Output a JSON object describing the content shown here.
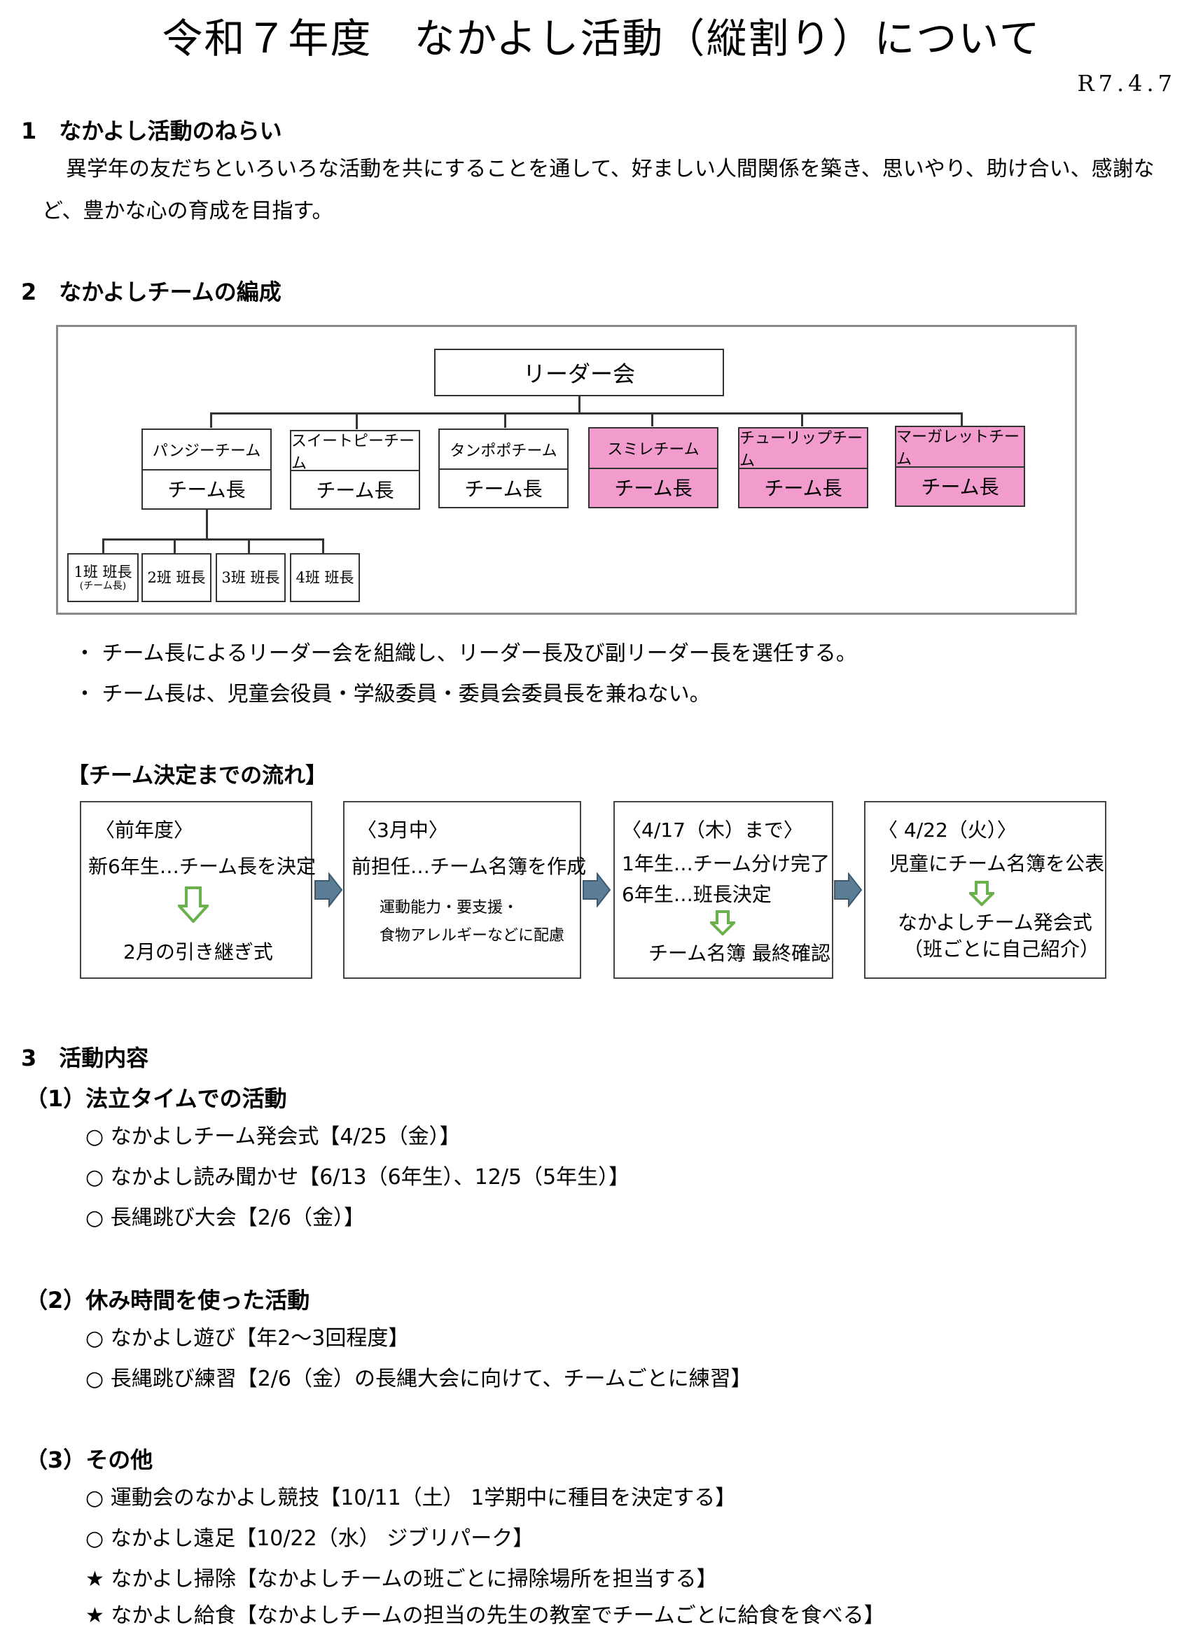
{
  "title": "令和７年度　なかよし活動（縦割り）について",
  "date": "R7.4.7",
  "s1": {
    "heading": "1　なかよし活動のねらい",
    "body": "異学年の友だちといろいろな活動を共にすることを通して、好ましい人間関係を築き、思いやり、助け合い、感謝など、豊かな心の育成を目指す。"
  },
  "s2": {
    "heading": "2　なかよしチームの編成",
    "leader": "リーダー会",
    "team_head": "チーム長",
    "teams": [
      "パンジーチーム",
      "スイートピーチーム",
      "タンポポチーム",
      "スミレチーム",
      "チューリップチーム",
      "マーガレットチーム"
    ],
    "han": [
      "1班 班長",
      "2班 班長",
      "3班 班長",
      "4班 班長"
    ],
    "han_note": "(チーム長)",
    "notes": [
      "・ チーム長によるリーダー会を組織し、リーダー長及び副リーダー長を選任する。",
      "・ チーム長は、児童会役員・学級委員・委員会委員長を兼ねない。"
    ],
    "flow_heading": "【チーム決定までの流れ】",
    "flow": [
      {
        "head": "〈前年度〉",
        "l1": "新6年生…チーム長を決定",
        "l2": "2月の引き継ぎ式"
      },
      {
        "head": "〈3月中〉",
        "l1": "前担任…チーム名簿を作成",
        "l2": "運動能力・要支援・",
        "l3": "食物アレルギーなどに配慮"
      },
      {
        "head": "〈4/17（木）まで〉",
        "l1": "1年生…チーム分け完了",
        "l2": "6年生…班長決定",
        "l3": "チーム名簿 最終確認"
      },
      {
        "head": "〈 4/22（火）〉",
        "l1": "児童にチーム名簿を公表",
        "l2": "なかよしチーム発会式",
        "l3": "（班ごとに自己紹介）"
      }
    ]
  },
  "s3": {
    "heading": "3　活動内容",
    "sub1": "（1）法立タイムでの活動",
    "sub1_items": [
      "○ なかよしチーム発会式【4/25（金）】",
      "○ なかよし読み聞かせ【6/13（6年生）、12/5（5年生）】",
      "○ 長縄跳び大会【2/6（金）】"
    ],
    "sub2": "（2）休み時間を使った活動",
    "sub2_items": [
      "○ なかよし遊び【年2～3回程度】",
      "○ 長縄跳び練習【2/6（金）の長縄大会に向けて、チームごとに練習】"
    ],
    "sub3": "（3）その他",
    "sub3_items": [
      "○ 運動会のなかよし競技【10/11（土） 1学期中に種目を決定する】",
      "○ なかよし遠足【10/22（水） ジブリパーク】",
      "★ なかよし掃除【なかよしチームの班ごとに掃除場所を担当する】",
      "★ なかよし給食【なかよしチームの担当の先生の教室でチームごとに給食を食べる】"
    ]
  },
  "colors": {
    "pink": "#f19ccd",
    "green_arrow": "#6ab04c",
    "blue_arrow": "#5b7d96"
  }
}
